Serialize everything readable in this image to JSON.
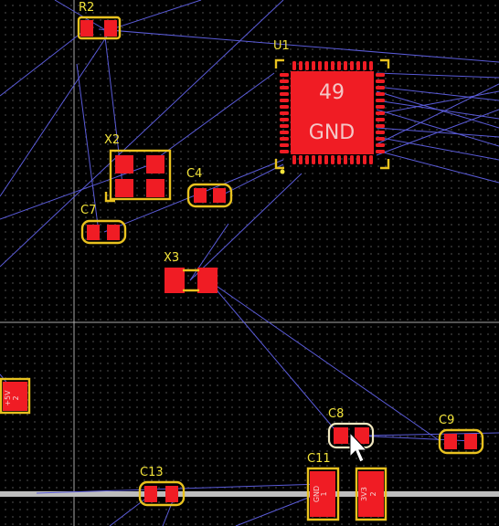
{
  "components": {
    "r2": {
      "ref": "R2"
    },
    "u1": {
      "ref": "U1",
      "pad_number": "49",
      "pad_net": "GND"
    },
    "x2": {
      "ref": "X2"
    },
    "c4": {
      "ref": "C4"
    },
    "c7": {
      "ref": "C7"
    },
    "x3": {
      "ref": "X3"
    },
    "c8": {
      "ref": "C8"
    },
    "c9": {
      "ref": "C9"
    },
    "c11": {
      "ref": "C11",
      "pad1_num": "1",
      "pad1_net": "GND",
      "pad2_num": "2",
      "pad2_net": "3V3"
    },
    "c13": {
      "ref": "C13"
    },
    "conn_left": {
      "pad_num": "2",
      "pad_net": "+5V"
    }
  },
  "colors": {
    "background": "#000000",
    "pad": "#f01c24",
    "silkscreen": "#f2e33a",
    "ratsnest": "#5a5bd8",
    "guide": "#a9a9a9"
  },
  "cursor": {
    "icon": "arrow-pointer-icon"
  }
}
